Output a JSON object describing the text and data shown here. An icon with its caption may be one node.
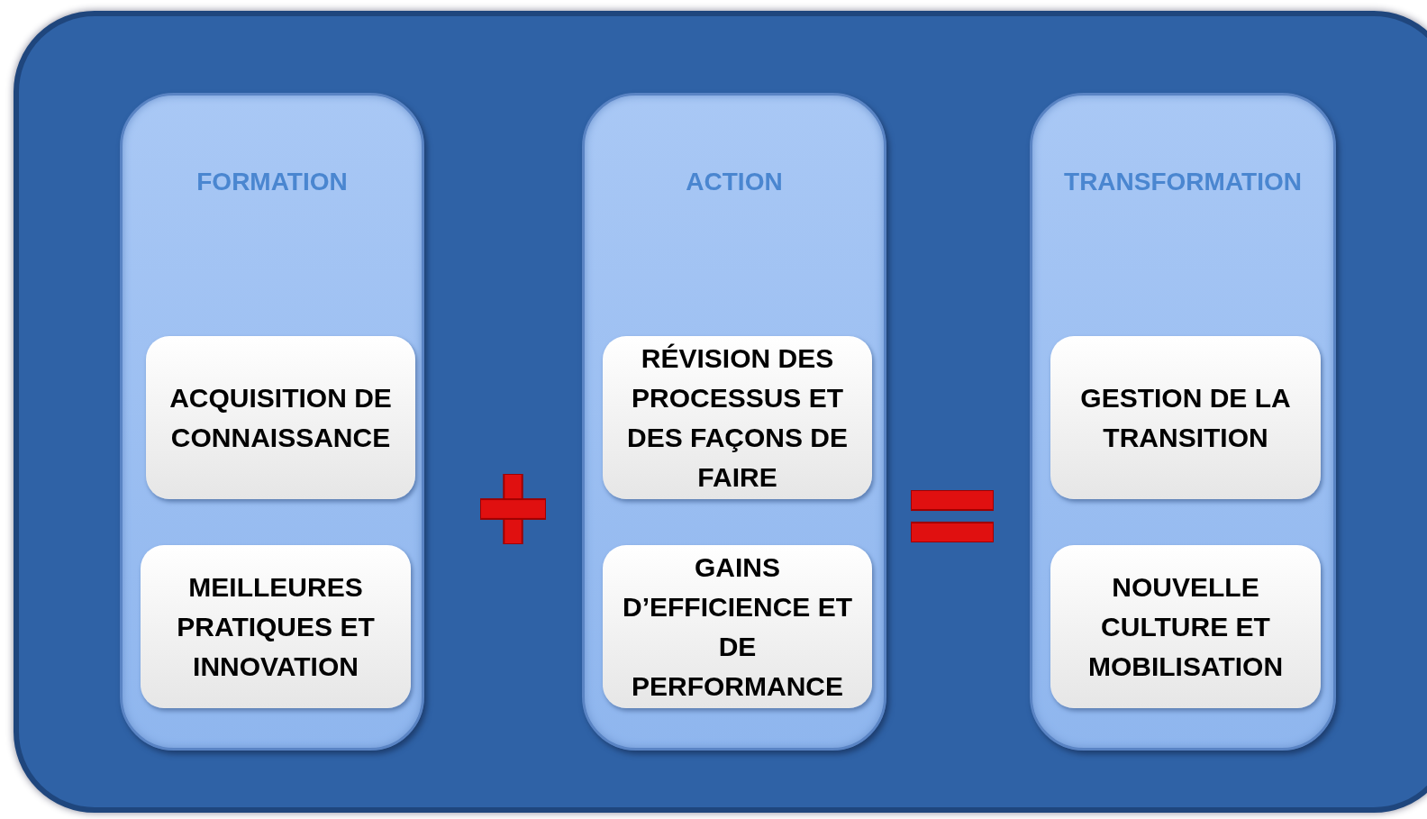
{
  "diagram": {
    "nodes": [
      {
        "text": [],
        "shape": "box"
      },
      {
        "text": [
          "FORMATION"
        ],
        "in": 0
      },
      {
        "text": [
          "ACQUISITION DE CONNAISSANCE"
        ],
        "in": 1
      },
      {
        "text": [
          "MEILLEURES PRATIQUES ET INNOVATION"
        ],
        "in": 1
      },
      {
        "text": [],
        "shape": "plus",
        "in": 0
      },
      {
        "text": [
          "ACTION"
        ],
        "in": 0
      },
      {
        "text": [
          "RÉVISION DES PROCESSUS ET DES FAÇONS DE FAIRE"
        ],
        "in": 5
      },
      {
        "text": [
          "GAINS D’EFFICIENCE ET DE PERFORMANCE"
        ],
        "in": 5
      },
      {
        "text": [],
        "shape": "equals",
        "in": 0
      },
      {
        "text": [
          "TRANSFORMATION"
        ],
        "in": 0
      },
      {
        "text": [
          "GESTION  DE LA TRANSITION"
        ],
        "in": 9
      },
      {
        "text": [
          "NOUVELLE CULTURE ET MOBILISATION"
        ],
        "in": 9
      }
    ]
  }
}
